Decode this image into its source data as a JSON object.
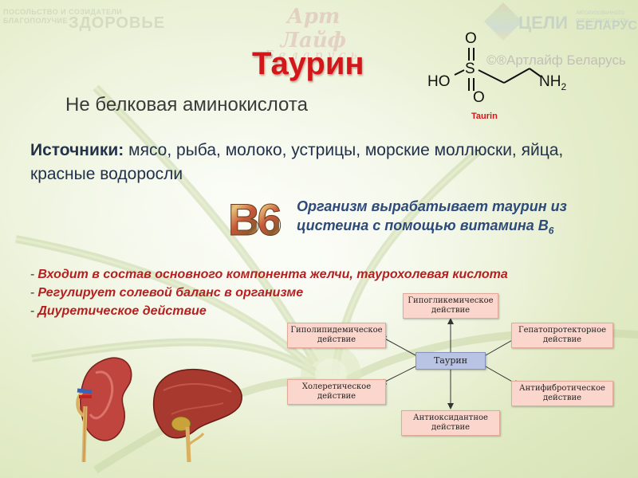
{
  "logos": {
    "left_small_1": "ПОСОЛЬСТВО И СОЗИДАТЕЛИ",
    "left_small_2": "БЛАГОПОЛУЧИЕ",
    "left_big": "ЗДОРОВЬЕ",
    "center_1": "Арт Лайф",
    "center_2": "Беларусь",
    "right_small": "АВТОРИЗОВАННОГО ПРЕДСТАВИТЕЛЬСТВА",
    "right_goal": "ЦЕЛИ",
    "right_big": "БЕЛАРУСИ"
  },
  "title": "Таурин",
  "subtitle": "Не белковая аминокислота",
  "copyright": "©®Артлайф Беларусь",
  "molecule": {
    "o_top": "O",
    "s": "S",
    "ho": "HO",
    "nh2": "NH",
    "nh2_sub": "2",
    "o_bottom": "O",
    "caption": "Taurin"
  },
  "sources": {
    "label": "Источники:",
    "text": " мясо, рыба, молоко, устрицы, морские моллюски, яйца, красные водоросли"
  },
  "b6_logo": {
    "letter": "B",
    "digit": "6"
  },
  "organism": {
    "text": "Организм вырабатывает таурин из цистеина с помощью витамина B",
    "sub": "6"
  },
  "bullets": [
    "Входит в состав основного компонента желчи, таурохолевая кислота",
    "Регулирует солевой баланс в организме",
    "Диуретическое действие"
  ],
  "diagram": {
    "center": "Таурин",
    "top": "Гипогликемическое действие",
    "left_top": "Гиполипидемическое действие",
    "right_top": "Гепатопротекторное действие",
    "left_bottom": "Холеретическое действие",
    "right_bottom": "Антифибротическое действие",
    "bottom": "Антиоксидантное действие"
  },
  "colors": {
    "title": "#d2161a",
    "organism_text": "#2d4a7a",
    "bullet_text": "#b51f1f",
    "box_fill": "#fbd6cc",
    "center_fill": "#b9c4e4"
  }
}
